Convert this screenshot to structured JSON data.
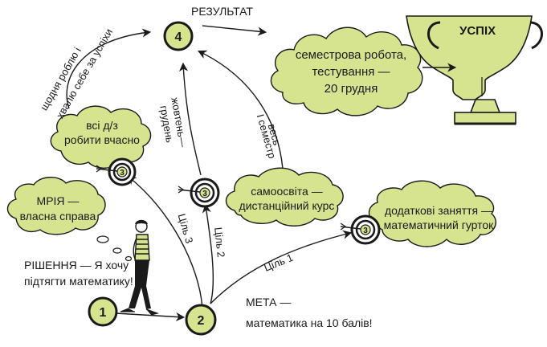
{
  "nodes": {
    "n1": "1",
    "n2": "2",
    "n4": "4",
    "t1": "3",
    "t2": "3",
    "t3": "3"
  },
  "labels": {
    "result": "РЕЗУЛЬТАТ",
    "success": "УСПІХ",
    "praise_line1": "щодня роблю і",
    "praise_line2": "хвалю себе за успіхи",
    "semester_line1": "семестрова робота,",
    "semester_line2": "тестування —",
    "semester_line3": "20 грудня",
    "homework_line1": "всі д/з",
    "homework_line2": "робити вчасно",
    "oct_line1": "жовтень—",
    "oct_line2": "грудень",
    "whole_line1": "весь",
    "whole_line2": "І семестр",
    "dream_line1": "МРІЯ —",
    "dream_line2": "власна справа",
    "selfstudy_line1": "самоосвіта —",
    "selfstudy_line2": "дистанційний курс",
    "extra_line1": "додаткові заняття —",
    "extra_line2": "математичний гурток",
    "goal3": "Ціль 3",
    "goal2": "Ціль 2",
    "goal1": "Ціль 1",
    "decision_line1": "РІШЕННЯ — Я хочу",
    "decision_line2": "підтягти математику!",
    "meta_line1": "МЕТА —",
    "meta_line2": "математика на 10 балів!"
  },
  "colors": {
    "cloud": "#d6e48f",
    "trophy": "#d6e48f",
    "node": "#d6e48f",
    "ink": "#1a1a1a",
    "shirt": "#d6e48f"
  }
}
